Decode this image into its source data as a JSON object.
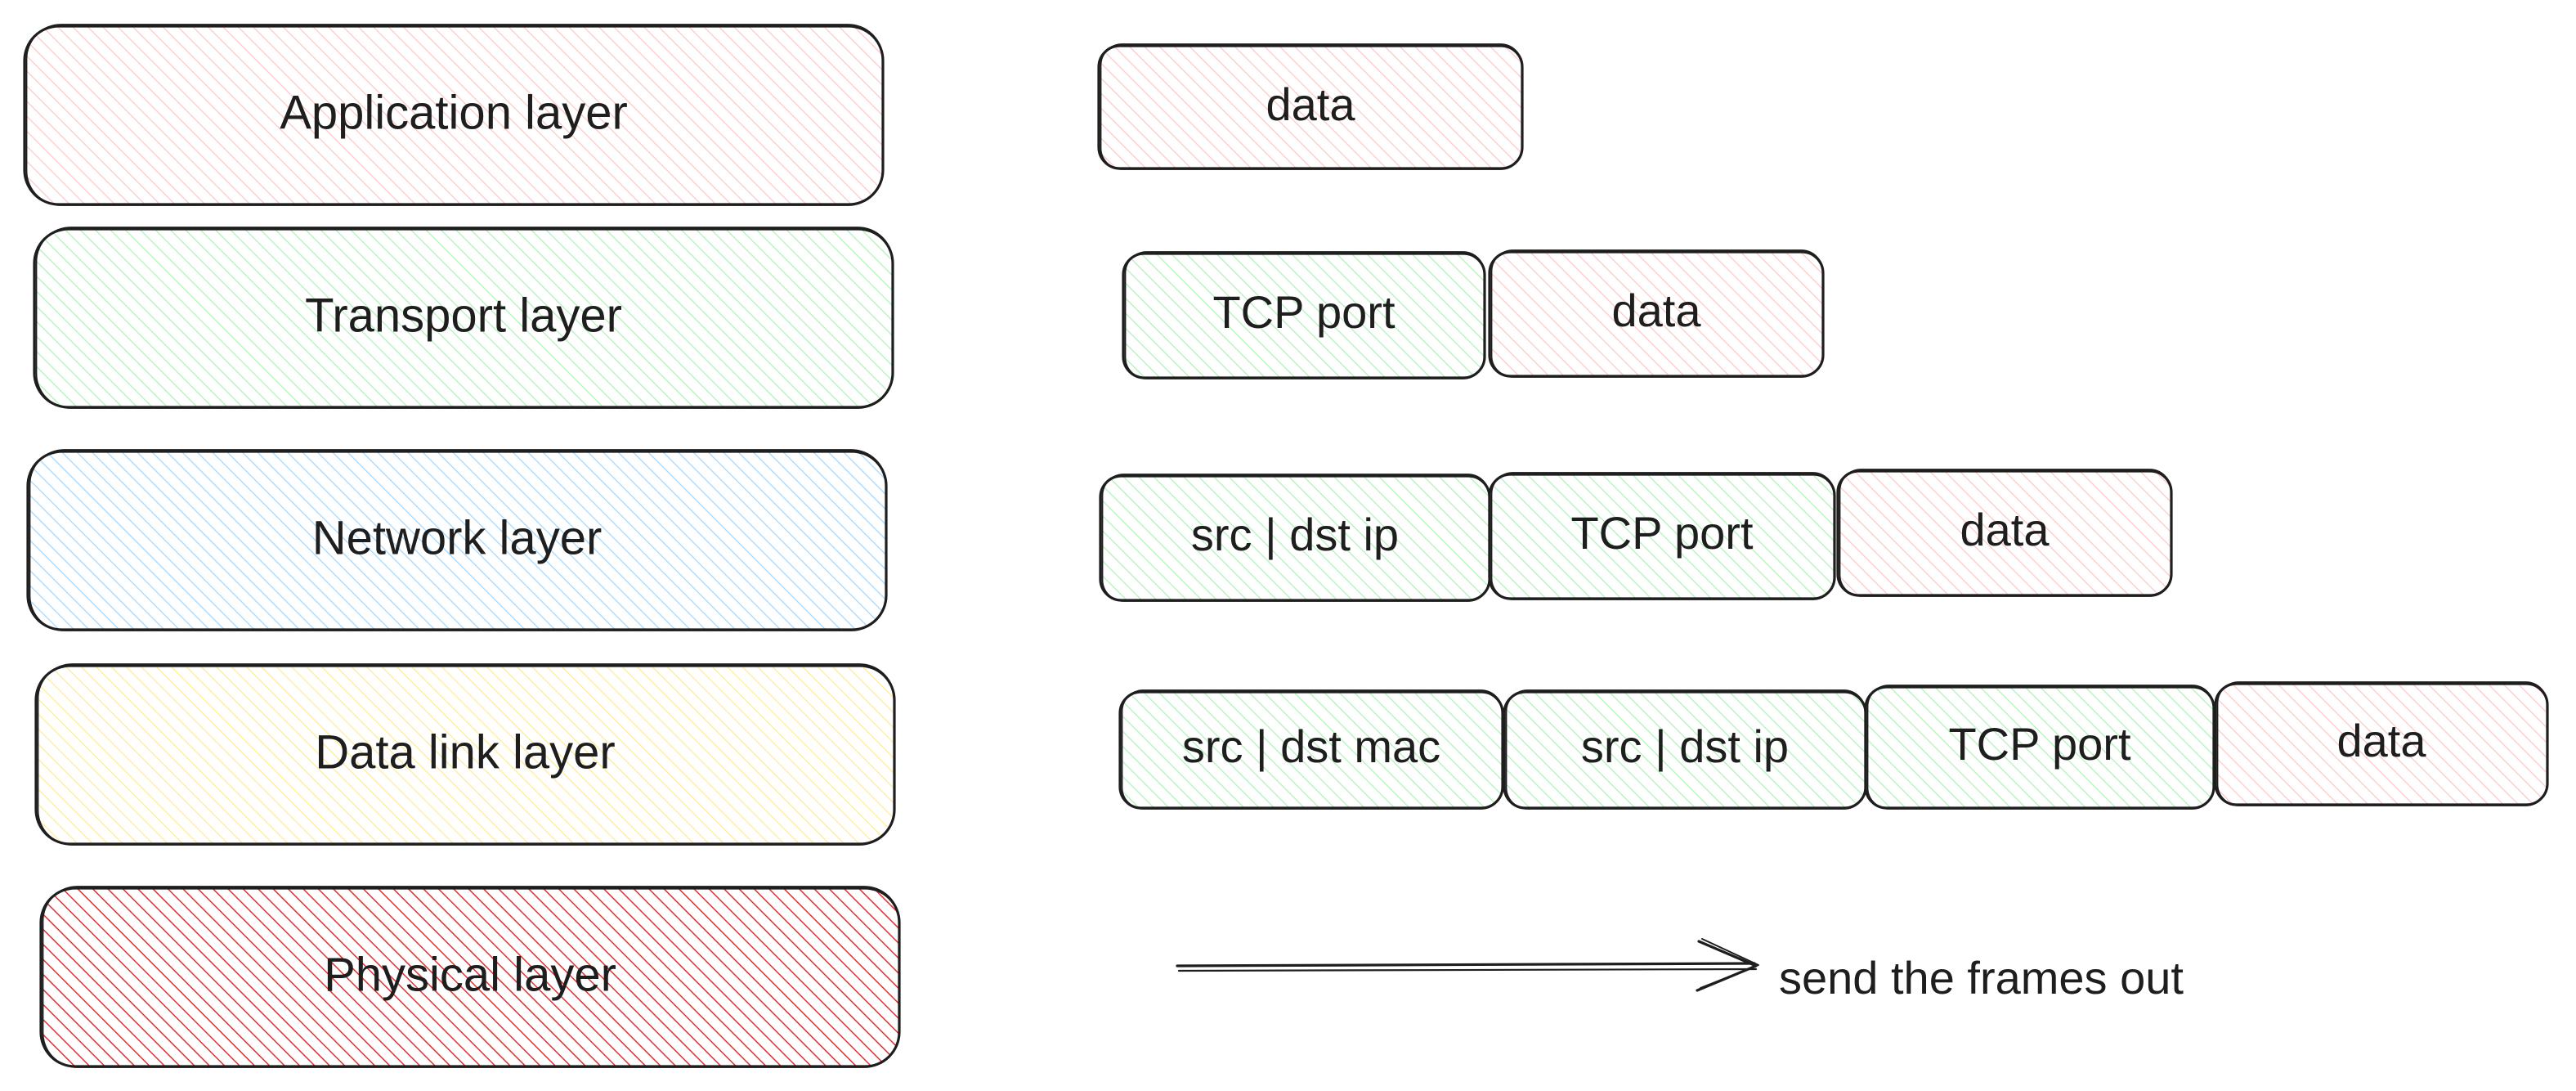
{
  "colors": {
    "stroke": "#1e1e1e",
    "application": "#ffc9c9",
    "transport": "#b2f2bb",
    "network": "#a5d8ff",
    "datalink": "#ffec99",
    "physical": "#e03131",
    "header_segment": "#b2f2bb",
    "data_segment": "#ffc9c9"
  },
  "layers": [
    {
      "label": "Application layer",
      "color_key": "application"
    },
    {
      "label": "Transport layer",
      "color_key": "transport"
    },
    {
      "label": "Network layer",
      "color_key": "network"
    },
    {
      "label": "Data link layer",
      "color_key": "datalink"
    },
    {
      "label": "Physical layer",
      "color_key": "physical"
    }
  ],
  "packet_rows": [
    {
      "segments": [
        {
          "label": "data",
          "kind": "data"
        }
      ]
    },
    {
      "segments": [
        {
          "label": "TCP port",
          "kind": "header"
        },
        {
          "label": "data",
          "kind": "data"
        }
      ]
    },
    {
      "segments": [
        {
          "label": "src | dst ip",
          "kind": "header"
        },
        {
          "label": "TCP port",
          "kind": "header"
        },
        {
          "label": "data",
          "kind": "data"
        }
      ]
    },
    {
      "segments": [
        {
          "label": "src | dst mac",
          "kind": "header"
        },
        {
          "label": "src | dst ip",
          "kind": "header"
        },
        {
          "label": "TCP port",
          "kind": "header"
        },
        {
          "label": "data",
          "kind": "data"
        }
      ]
    }
  ],
  "send_arrow": {
    "label": "send the frames out",
    "icon": "arrow-right-icon"
  }
}
